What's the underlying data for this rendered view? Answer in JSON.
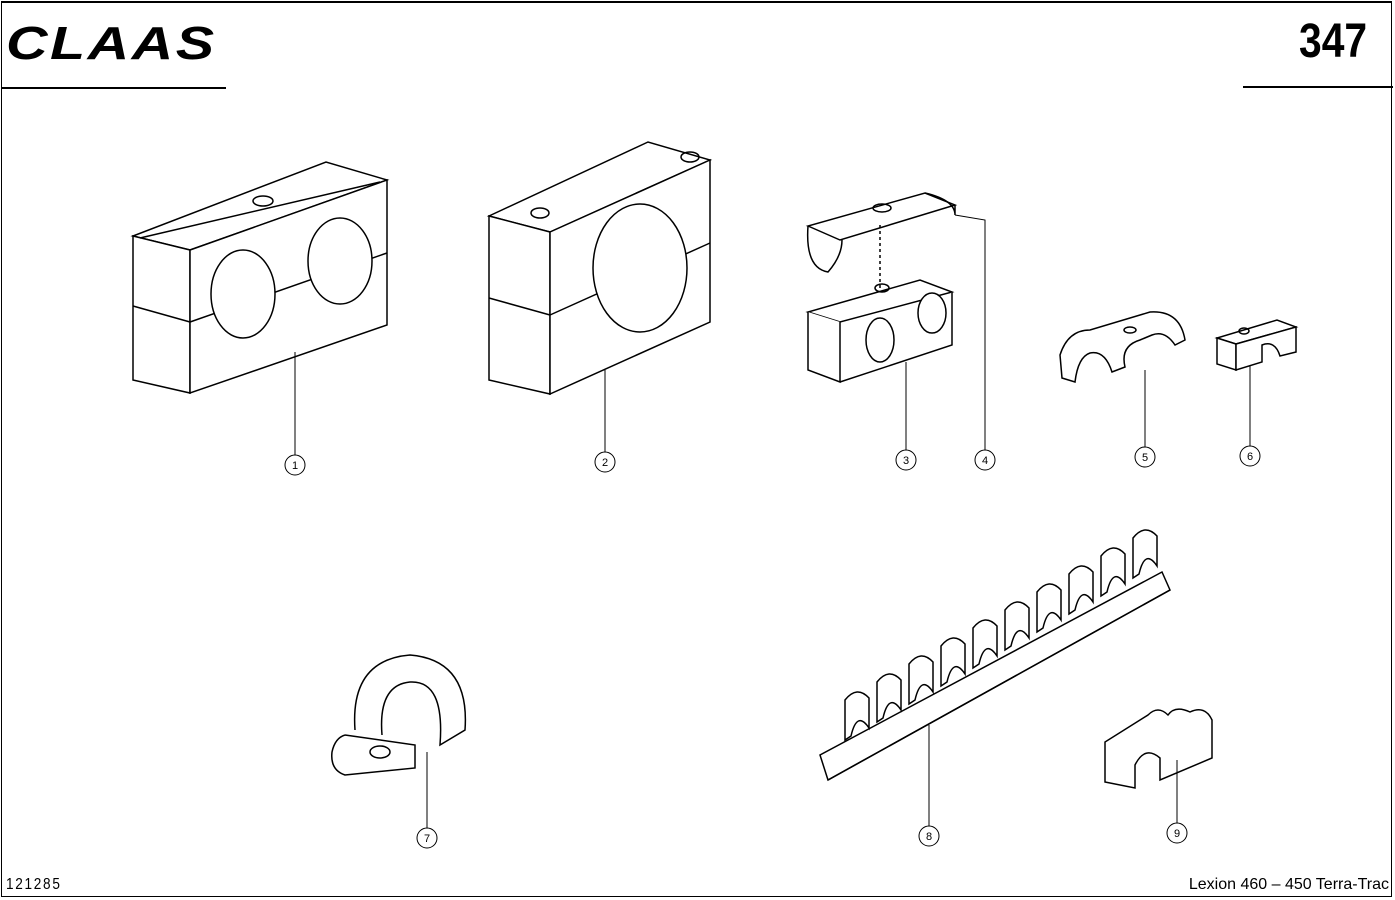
{
  "header": {
    "brand": "CLAAS",
    "page_number": "347"
  },
  "footer": {
    "document_number": "121285",
    "model": "Lexion 460 – 450 Terra-Trac"
  },
  "callouts": [
    "1",
    "2",
    "3",
    "4",
    "5",
    "6",
    "7",
    "8",
    "9"
  ]
}
